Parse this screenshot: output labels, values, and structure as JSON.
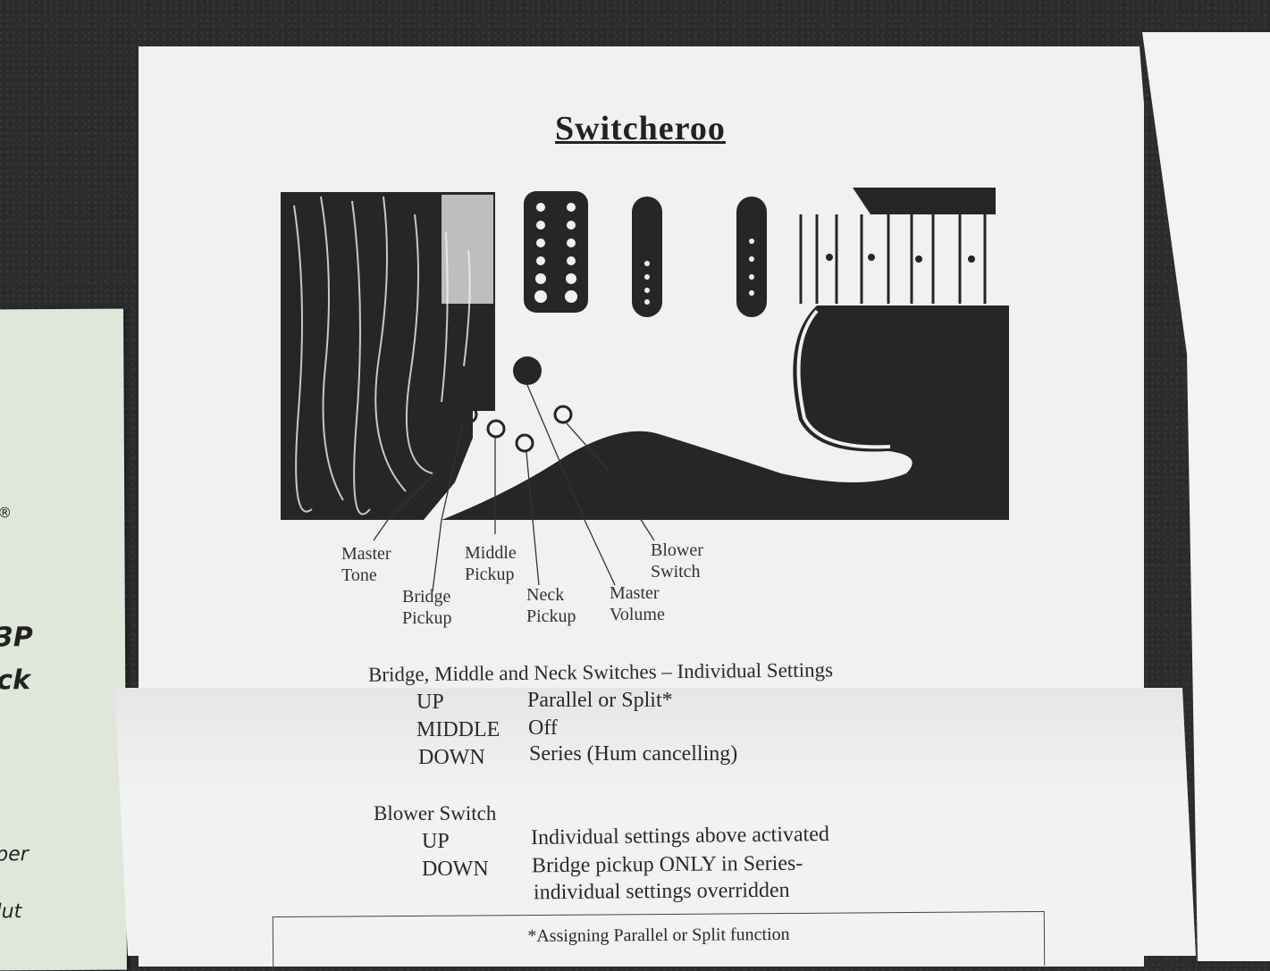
{
  "scene": "Photo of a printed instruction sheet for a guitar wiring mod on a dark textured surface",
  "left_card": {
    "color": "#dfe6da",
    "fragments": [
      "®",
      "3P",
      "ck",
      "per",
      "lut"
    ]
  },
  "sheet": {
    "title": "Switcheroo",
    "diagram_labels": {
      "master_tone": [
        "Master",
        "Tone"
      ],
      "bridge_pickup": [
        "Bridge",
        "Pickup"
      ],
      "middle_pickup": [
        "Middle",
        "Pickup"
      ],
      "neck_pickup": [
        "Neck",
        "Pickup"
      ],
      "master_volume": [
        "Master",
        "Volume"
      ],
      "blower_switch": [
        "Blower",
        "Switch"
      ]
    },
    "individual": {
      "heading": "Bridge, Middle and Neck Switches – Individual Settings",
      "rows": [
        {
          "key": "UP",
          "value": "Parallel or Split*"
        },
        {
          "key": "MIDDLE",
          "value": "Off"
        },
        {
          "key": "DOWN",
          "value": "Series (Hum cancelling)"
        }
      ]
    },
    "blower": {
      "heading": "Blower Switch",
      "rows": [
        {
          "key": "UP",
          "value": "Individual settings above activated"
        },
        {
          "key": "DOWN",
          "value": "Bridge pickup ONLY in Series-",
          "value2": "individual settings overridden"
        }
      ]
    },
    "footnote": "*Assigning Parallel or Split function"
  }
}
